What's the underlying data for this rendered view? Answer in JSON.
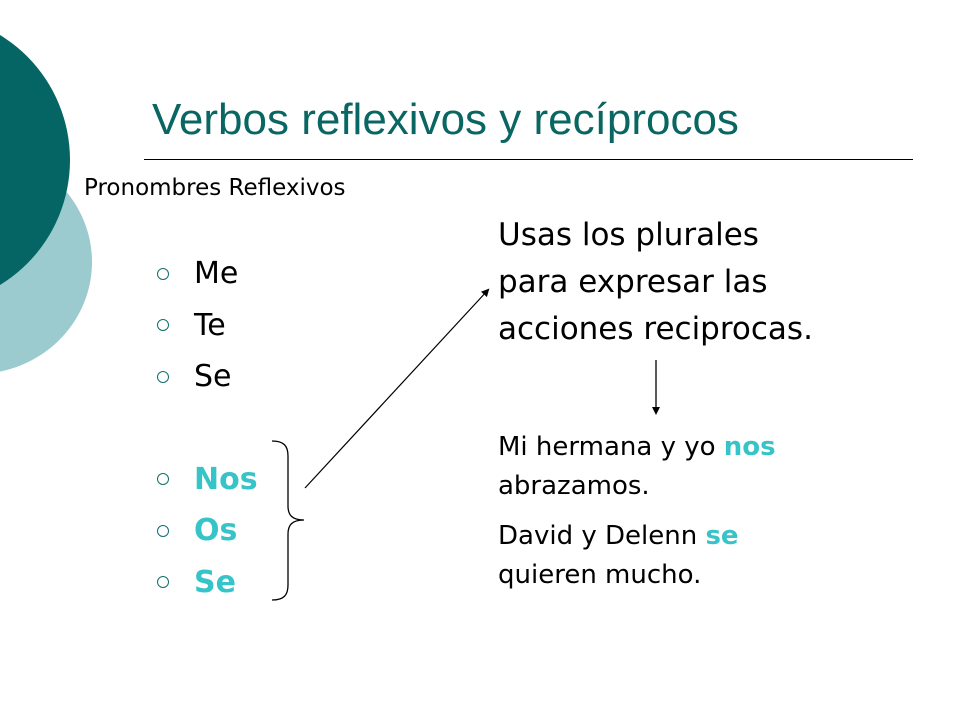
{
  "slide": {
    "title": "Verbos reflexivos y recíprocos",
    "subtitle": "Pronombres Reflexivos",
    "colors": {
      "title": "#0a6663",
      "dark_circle": "#046564",
      "light_circle": "#9bcbce",
      "highlight": "#36c4c8",
      "bullet": "#0f6e6b"
    },
    "pronouns": [
      {
        "label": "Me",
        "highlighted": false
      },
      {
        "label": "Te",
        "highlighted": false
      },
      {
        "label": "Se",
        "highlighted": false
      },
      {
        "label": "Nos",
        "highlighted": true
      },
      {
        "label": "Os",
        "highlighted": true
      },
      {
        "label": "Se",
        "highlighted": true
      }
    ],
    "explanation": {
      "lines": [
        "Usas los plurales",
        "para expresar las",
        "acciones reciprocas."
      ]
    },
    "examples": [
      {
        "line1_before": "Mi hermana y yo ",
        "highlight": "nos",
        "line2": "abrazamos."
      },
      {
        "line1_before": "David y Delenn ",
        "highlight": "se",
        "line2": "quieren mucho."
      }
    ],
    "icons": {
      "bullet": "hollow-circle-bullet",
      "brace": "right-curly-brace",
      "diagonal_arrow": "arrow-up-right",
      "down_arrow": "arrow-down"
    }
  }
}
